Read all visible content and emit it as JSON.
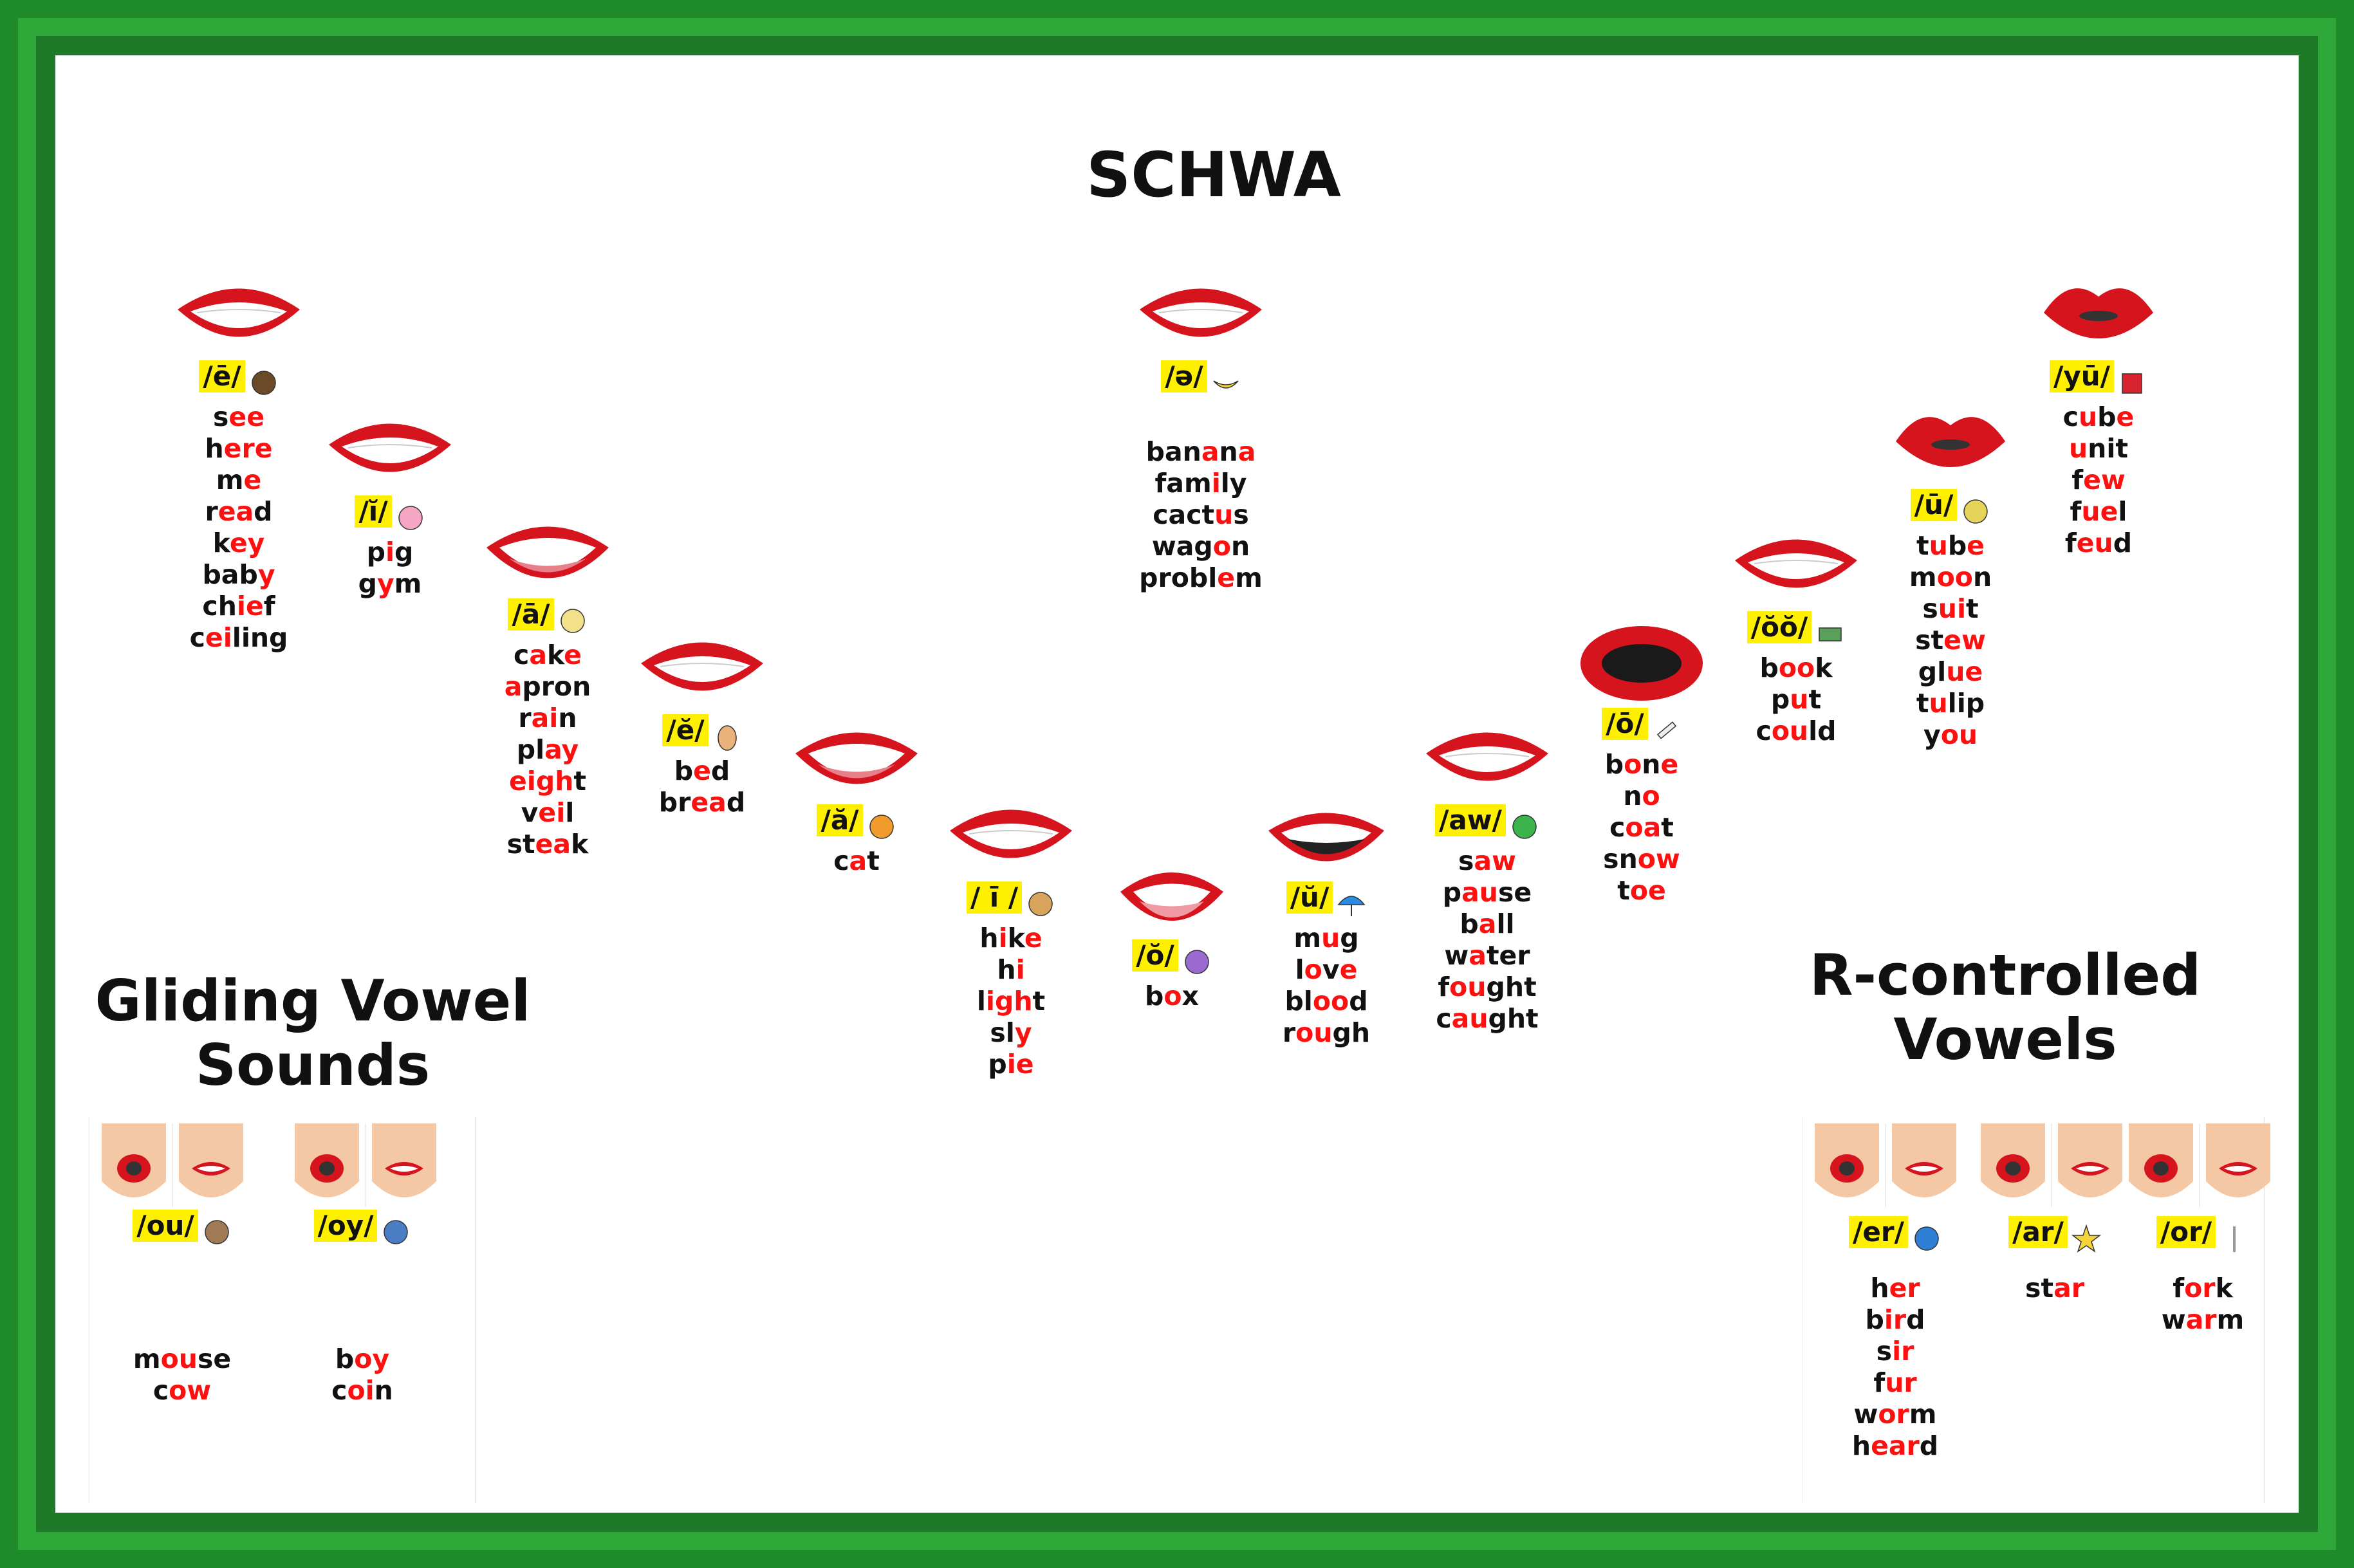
{
  "titles": {
    "schwa": "SCHWA",
    "gliding_line1": "Gliding Vowel",
    "gliding_line2": "Sounds",
    "rcontrolled_line1": "R-controlled",
    "rcontrolled_line2": "Vowels"
  },
  "colors": {
    "frame": "#1f8a2a",
    "label_bg": "#ffef00",
    "highlight": "#ff1010",
    "lips": "#d6141e"
  },
  "vowels": [
    {
      "id": "long-e",
      "label": "/ē/",
      "icon": "eagle-icon",
      "words": [
        [
          "s",
          "ee",
          ""
        ],
        [
          "h",
          "ere",
          ""
        ],
        [
          "m",
          "e",
          ""
        ],
        [
          "r",
          "ea",
          "d"
        ],
        [
          "k",
          "ey",
          ""
        ],
        [
          "bab",
          "y",
          ""
        ],
        [
          "ch",
          "ie",
          "f"
        ],
        [
          "c",
          "ei",
          "ling"
        ]
      ]
    },
    {
      "id": "short-i",
      "label": "/ĭ/",
      "icon": "pig-icon",
      "words": [
        [
          "p",
          "i",
          "g"
        ],
        [
          "g",
          "y",
          "m"
        ]
      ]
    },
    {
      "id": "long-a",
      "label": "/ā/",
      "icon": "angel-icon",
      "words": [
        [
          "c",
          "a",
          "k",
          "e"
        ],
        [
          "",
          "a",
          "pron"
        ],
        [
          "r",
          "ai",
          "n"
        ],
        [
          "pl",
          "ay",
          ""
        ],
        [
          "",
          "eigh",
          "t"
        ],
        [
          "v",
          "ei",
          "l"
        ],
        [
          "st",
          "ea",
          "k"
        ]
      ]
    },
    {
      "id": "short-e",
      "label": "/ĕ/",
      "icon": "egg-icon",
      "words": [
        [
          "b",
          "e",
          "d"
        ],
        [
          "br",
          "ea",
          "d"
        ]
      ]
    },
    {
      "id": "short-a",
      "label": "/ă/",
      "icon": "cat-icon",
      "words": [
        [
          "c",
          "a",
          "t"
        ]
      ]
    },
    {
      "id": "long-i",
      "label": "/ ī /",
      "icon": "ice-cream-icon",
      "words": [
        [
          "h",
          "i",
          "k",
          "e"
        ],
        [
          "h",
          "i",
          ""
        ],
        [
          "l",
          "igh",
          "t"
        ],
        [
          "sl",
          "y",
          ""
        ],
        [
          "p",
          "ie",
          ""
        ]
      ]
    },
    {
      "id": "short-o",
      "label": "/ŏ/",
      "icon": "octopus-icon",
      "words": [
        [
          "b",
          "o",
          "x"
        ]
      ]
    },
    {
      "id": "short-u",
      "label": "/ŭ/",
      "icon": "umbrella-icon",
      "words": [
        [
          "m",
          "u",
          "g"
        ],
        [
          "l",
          "o",
          "v",
          "e"
        ],
        [
          "bl",
          "oo",
          "d"
        ],
        [
          "r",
          "ou",
          "gh"
        ]
      ]
    },
    {
      "id": "aw",
      "label": "/aw/",
      "icon": "ball-icon",
      "words": [
        [
          "s",
          "aw",
          ""
        ],
        [
          "p",
          "au",
          "se"
        ],
        [
          "b",
          "a",
          "ll"
        ],
        [
          "w",
          "a",
          "ter"
        ],
        [
          "f",
          "ou",
          "ght"
        ],
        [
          "c",
          "au",
          "ght"
        ]
      ]
    },
    {
      "id": "long-o",
      "label": "/ō/",
      "icon": "bone-icon",
      "words": [
        [
          "b",
          "o",
          "n",
          "e"
        ],
        [
          "n",
          "o",
          ""
        ],
        [
          "c",
          "oa",
          "t"
        ],
        [
          "sn",
          "ow",
          ""
        ],
        [
          "t",
          "oe",
          ""
        ]
      ]
    },
    {
      "id": "short-oo",
      "label": "/ŏŏ/",
      "icon": "book-icon",
      "words": [
        [
          "b",
          "oo",
          "k"
        ],
        [
          "p",
          "u",
          "t"
        ],
        [
          "c",
          "ou",
          "ld"
        ]
      ]
    },
    {
      "id": "long-oo",
      "label": "/ū/",
      "icon": "moon-icon",
      "words": [
        [
          "t",
          "u",
          "b",
          "e"
        ],
        [
          "m",
          "oo",
          "n"
        ],
        [
          "s",
          "ui",
          "t"
        ],
        [
          "st",
          "ew",
          ""
        ],
        [
          "gl",
          "ue",
          ""
        ],
        [
          "t",
          "u",
          "lip"
        ],
        [
          "y",
          "ou",
          ""
        ]
      ]
    },
    {
      "id": "yu",
      "label": "/yū/",
      "icon": "cube-icon",
      "words": [
        [
          "c",
          "u",
          "b",
          "e"
        ],
        [
          "",
          "u",
          "nit"
        ],
        [
          "f",
          "ew",
          ""
        ],
        [
          "f",
          "ue",
          "l"
        ],
        [
          "f",
          "eu",
          "d"
        ]
      ]
    },
    {
      "id": "schwa",
      "label": "/ə/",
      "icon": "banana-icon",
      "words": [
        [
          "ban",
          "a",
          "n",
          "a"
        ],
        [
          "fam",
          "i",
          "ly"
        ],
        [
          "cact",
          "u",
          "s"
        ],
        [
          "wag",
          "o",
          "n"
        ],
        [
          "probl",
          "e",
          "m"
        ]
      ]
    }
  ],
  "gliding": [
    {
      "id": "ou",
      "label": "/ou/",
      "icon": "mouse-icon",
      "words": [
        [
          "m",
          "ou",
          "se"
        ],
        [
          "c",
          "ow",
          ""
        ]
      ]
    },
    {
      "id": "oy",
      "label": "/oy/",
      "icon": "boy-icon",
      "words": [
        [
          "b",
          "oy",
          ""
        ],
        [
          "c",
          "oi",
          "n"
        ]
      ]
    }
  ],
  "rcontrolled": [
    {
      "id": "er",
      "label": "/er/",
      "icon": "bird-icon",
      "words": [
        [
          "h",
          "er",
          ""
        ],
        [
          "b",
          "ir",
          "d"
        ],
        [
          "s",
          "ir",
          ""
        ],
        [
          "f",
          "ur",
          ""
        ],
        [
          "w",
          "or",
          "m"
        ],
        [
          "h",
          "ear",
          "d"
        ]
      ]
    },
    {
      "id": "ar",
      "label": "/ar/",
      "icon": "star-icon",
      "words": [
        [
          "st",
          "ar",
          ""
        ]
      ]
    },
    {
      "id": "or",
      "label": "/or/",
      "icon": "fork-icon",
      "words": [
        [
          "f",
          "or",
          "k"
        ],
        [
          "w",
          "ar",
          "m"
        ]
      ]
    }
  ]
}
